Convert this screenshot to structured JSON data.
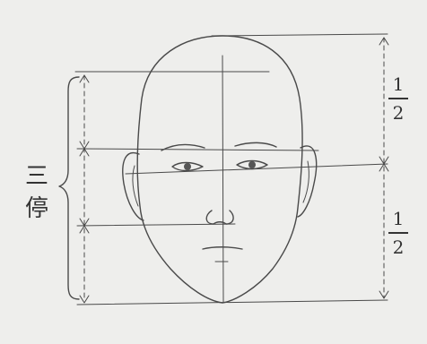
{
  "labels": {
    "three_courts_line1": "三",
    "three_courts_line2": "停",
    "upper_fraction": {
      "numerator": "1",
      "denominator": "2"
    },
    "lower_fraction": {
      "numerator": "1",
      "denominator": "2"
    }
  }
}
